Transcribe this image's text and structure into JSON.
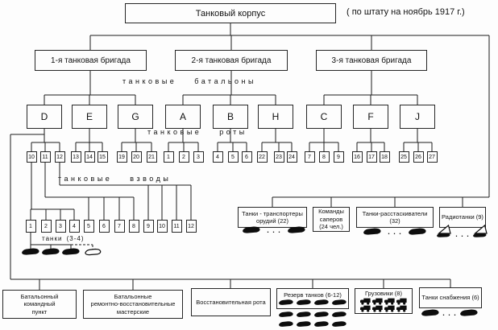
{
  "title_note": "( по штату на  ноябрь  1917 г.)",
  "corps": {
    "label": "Танковый корпус"
  },
  "brigades": [
    {
      "label": "1-я танковая бригада"
    },
    {
      "label": "2-я танковая бригада"
    },
    {
      "label": "3-я танковая бригада"
    }
  ],
  "section_labels": {
    "battalions": "танковые батальоны",
    "companies": "танковые роты",
    "platoons": "танковые взводы",
    "tanks": "танки (3-4)"
  },
  "battalions": [
    {
      "label": "D"
    },
    {
      "label": "E"
    },
    {
      "label": "G"
    },
    {
      "label": "A"
    },
    {
      "label": "B"
    },
    {
      "label": "H"
    },
    {
      "label": "C"
    },
    {
      "label": "F"
    },
    {
      "label": "J"
    }
  ],
  "companies": [
    [
      "10",
      "11",
      "12"
    ],
    [
      "13",
      "14",
      "15"
    ],
    [
      "19",
      "20",
      "21"
    ],
    [
      "1",
      "2",
      "3"
    ],
    [
      "4",
      "5",
      "6"
    ],
    [
      "22",
      "23",
      "24"
    ],
    [
      "7",
      "8",
      "9"
    ],
    [
      "16",
      "17",
      "18"
    ],
    [
      "25",
      "26",
      "27"
    ]
  ],
  "platoons": [
    "1",
    "2",
    "3",
    "4",
    "5",
    "6",
    "7",
    "8",
    "9",
    "10",
    "11",
    "12"
  ],
  "platoon_tanks": {
    "filled_count": 3,
    "optional_count": 1
  },
  "support_units": [
    {
      "lines": [
        "Танки - транспортеры",
        "орудий (22)"
      ],
      "icons": "tanks"
    },
    {
      "lines": [
        "Команды",
        "саперов",
        "(24 чел.)"
      ],
      "icons": "none"
    },
    {
      "lines": [
        "Танки-расстаскиватели",
        "(32)"
      ],
      "icons": "tanks"
    },
    {
      "lines": [
        "Радиотанки (9)"
      ],
      "icons": "radio-tanks"
    }
  ],
  "battalion_units": [
    {
      "lines": [
        "Батальонный",
        "командный",
        "пункт"
      ]
    },
    {
      "lines": [
        "Батальонные",
        "ремонтно-восстановительные",
        "мастерские"
      ]
    },
    {
      "lines": [
        "Восстановительная рота"
      ]
    },
    {
      "lines": [
        "Резерв танков (6-12)"
      ],
      "tank_rows": [
        4,
        4,
        4
      ]
    },
    {
      "lines": [
        "Грузовики (8)"
      ],
      "truck_rows": [
        4,
        4
      ]
    },
    {
      "lines": [
        "Танки снабжения (6)"
      ],
      "icons": "tanks"
    }
  ],
  "ellipsis": ". . .",
  "colors": {
    "line": "#1c1c1c",
    "icon": "#0d0d0d",
    "background": "#fdfdfd"
  }
}
